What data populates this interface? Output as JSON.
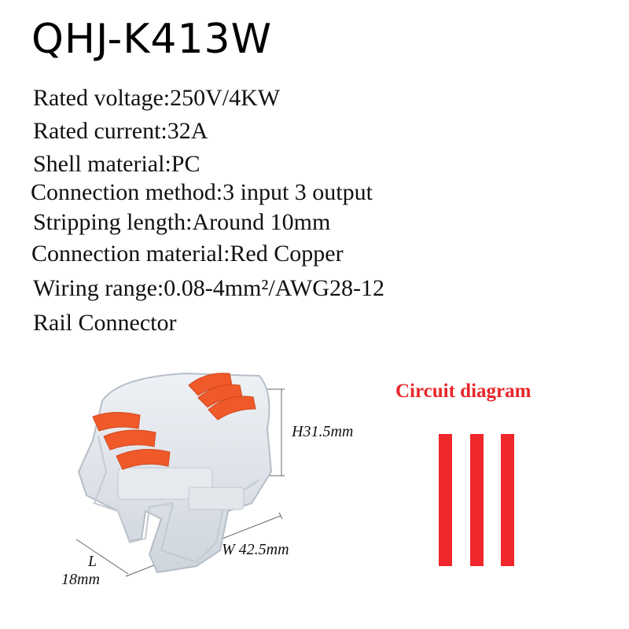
{
  "title": "QHJ-K413W",
  "specs": [
    "Rated voltage:250V/4KW",
    "Rated current:32A",
    "Shell material:PC",
    "Connection method:3 input 3 output",
    "Stripping length:Around 10mm",
    "Connection material:Red Copper",
    "Wiring range:0.08-4mm²/AWG28-12",
    "Rail Connector"
  ],
  "circuit_diagram": {
    "title": "Circuit diagram",
    "line_count": 3,
    "color": "#f0272b"
  },
  "dimensions": {
    "height": "H31.5mm",
    "width": "W 42.5mm",
    "length_label": "L",
    "length_value": "18mm"
  },
  "colors": {
    "lever": "#f0592a",
    "housing": "#dfe4ea",
    "title_red": "#e8262a"
  }
}
